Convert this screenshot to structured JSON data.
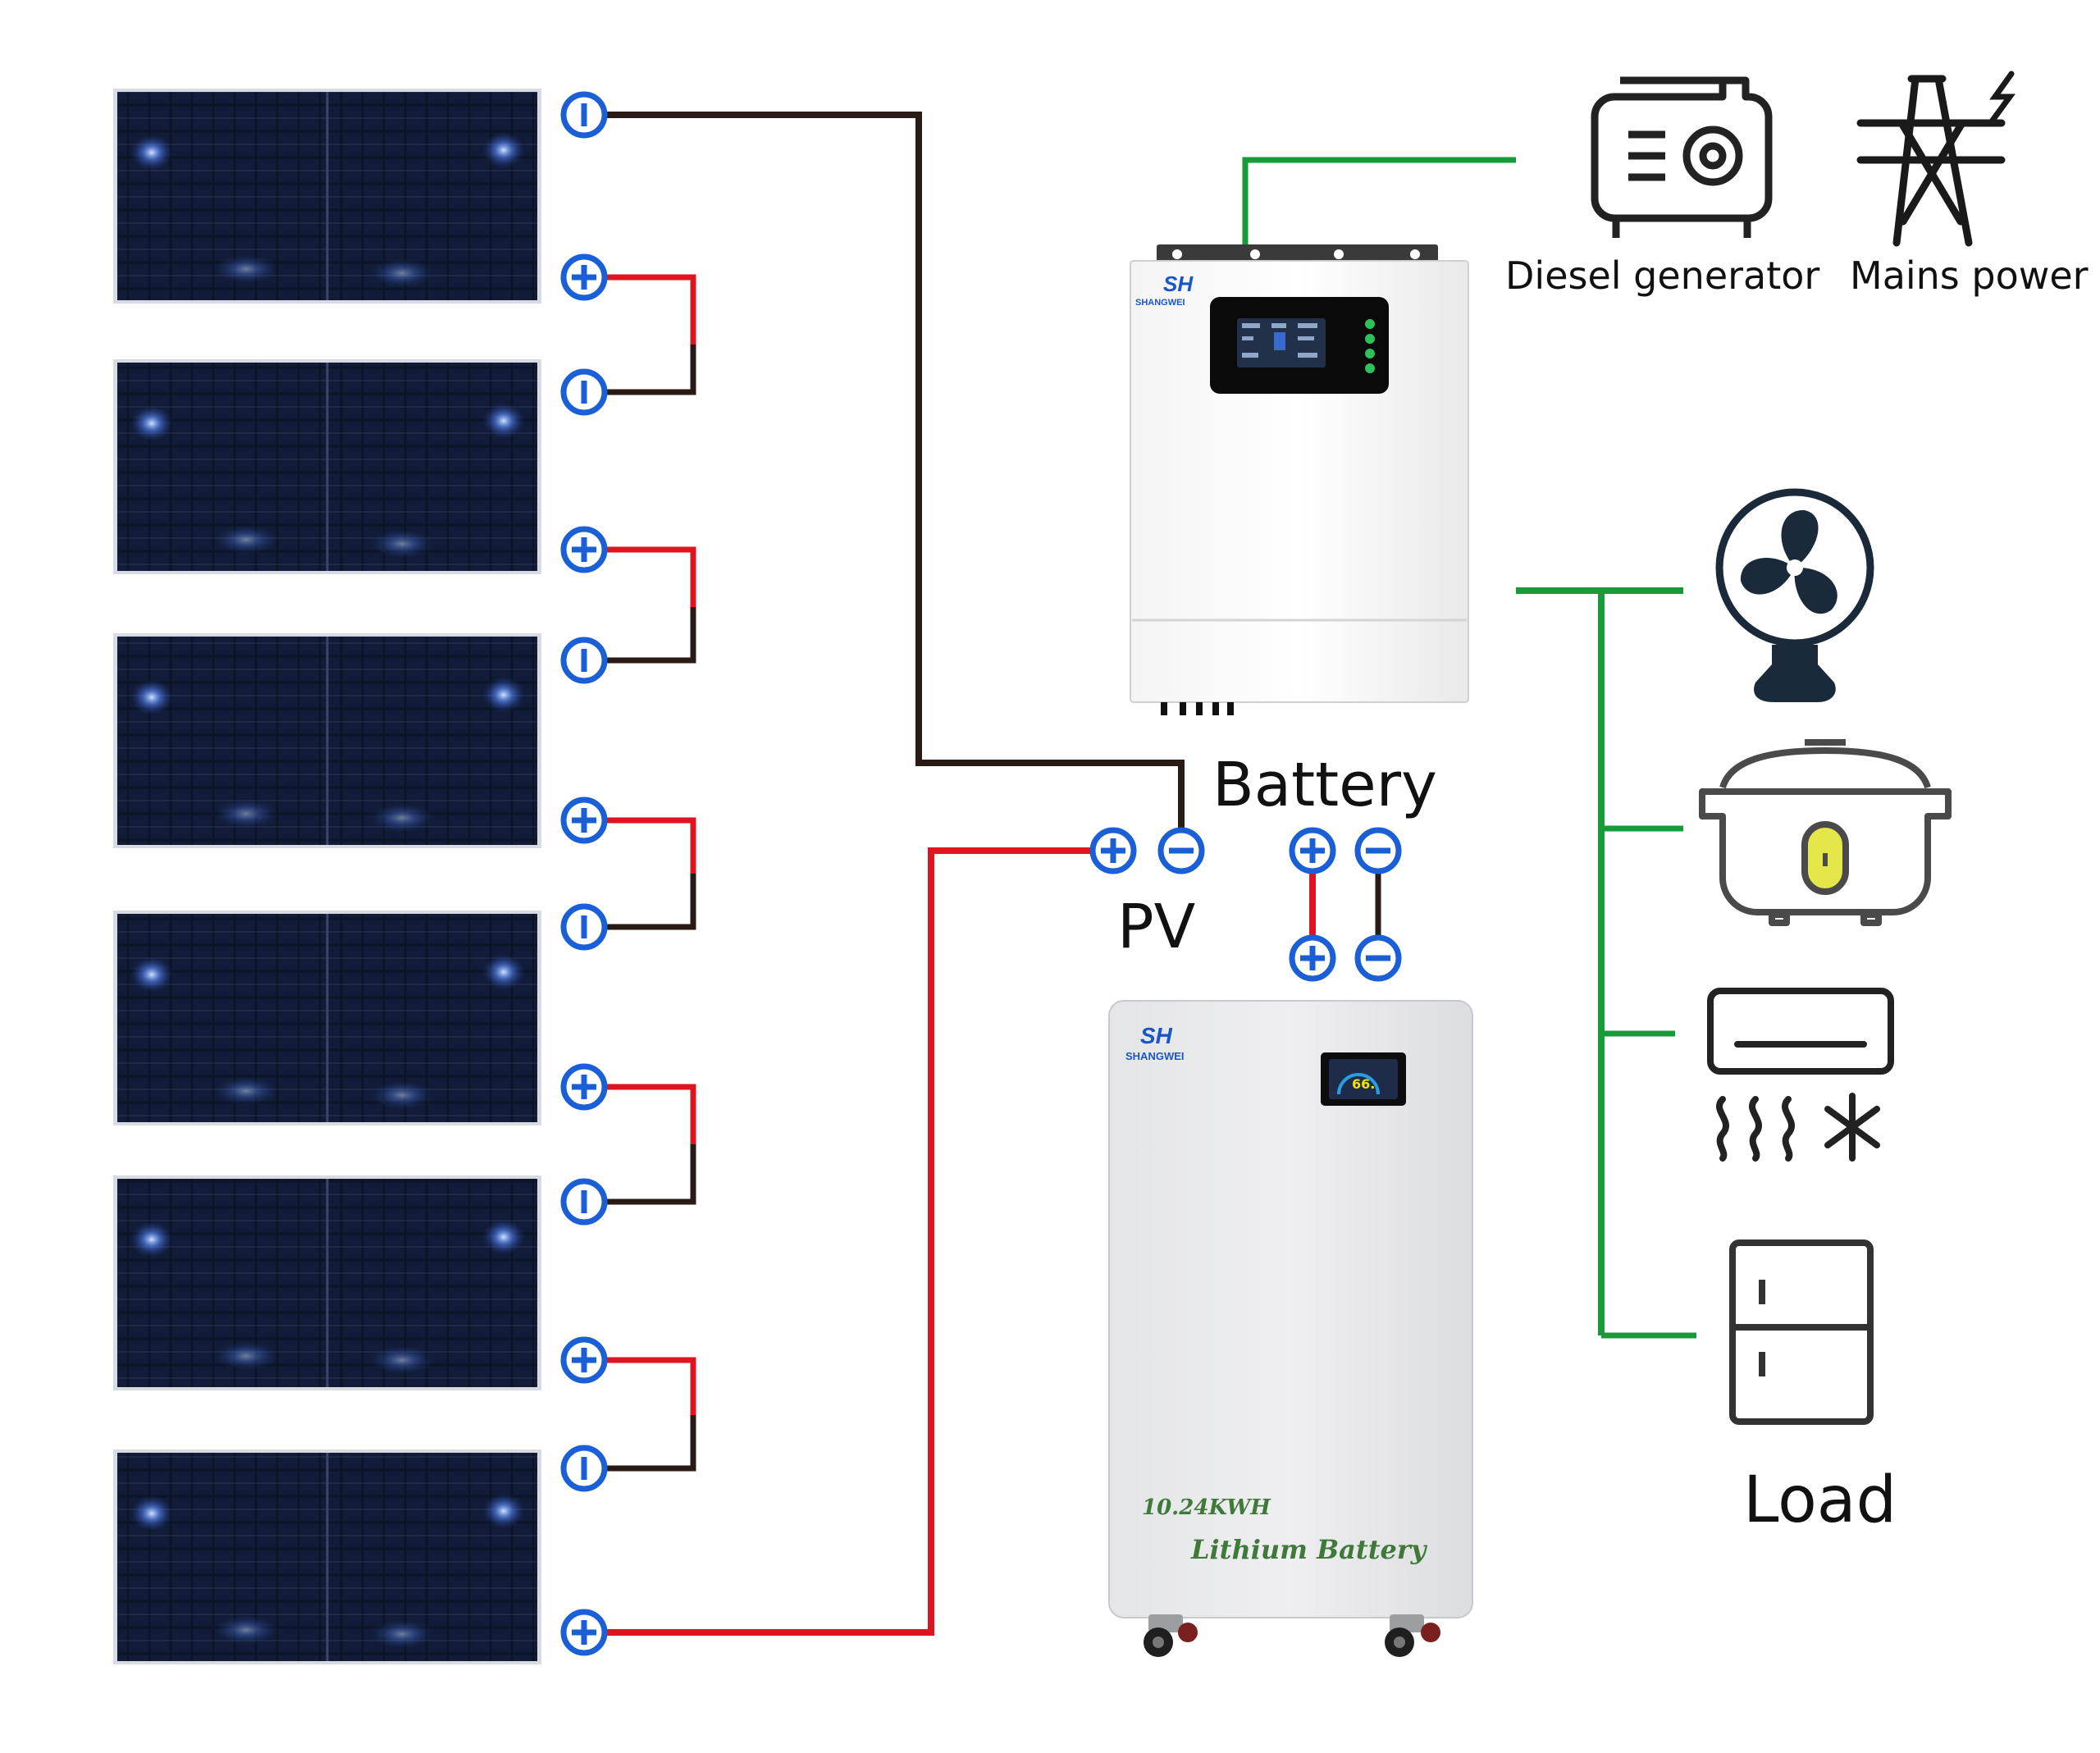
{
  "labels": {
    "diesel": "Diesel generator",
    "mains": "Mains power",
    "battery": "Battery",
    "pv": "PV",
    "load": "Load"
  },
  "battery_unit": {
    "capacity": "10.24KWH",
    "type": "Lithium Battery",
    "display_value": "66.",
    "brand_logo": "SH",
    "brand_name": "SHANGWEI"
  },
  "inverter": {
    "brand_logo": "SH",
    "brand_name": "SHANGWEI"
  },
  "icons": {
    "generator": "diesel-generator-icon",
    "pylon": "power-pylon-icon",
    "fan": "fan-icon",
    "cooker": "rice-cooker-icon",
    "ac": "air-conditioner-icon",
    "fridge": "refrigerator-icon"
  },
  "colors": {
    "positive_wire": "#e0141e",
    "negative_wire": "#2a1a14",
    "ac_wire": "#169a3a",
    "terminal": "#1a5fd6",
    "panel": "#0c1428"
  },
  "panel_count": 6
}
